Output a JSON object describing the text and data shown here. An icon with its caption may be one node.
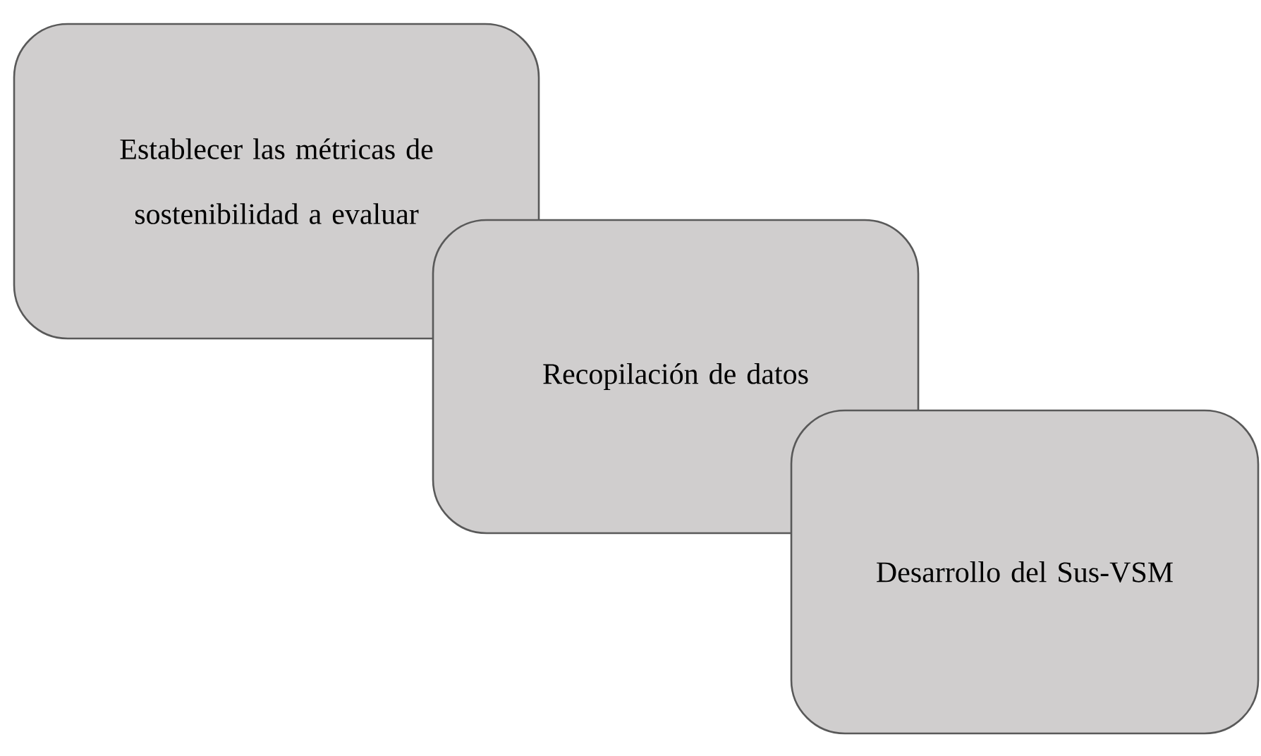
{
  "diagram": {
    "nodes": [
      {
        "text": [
          "Establecer las métricas de sostenibilidad a evaluar"
        ]
      },
      {
        "text": [
          "Recopilación de datos"
        ]
      },
      {
        "text": [
          "Desarrollo del Sus-VSM"
        ]
      }
    ]
  }
}
